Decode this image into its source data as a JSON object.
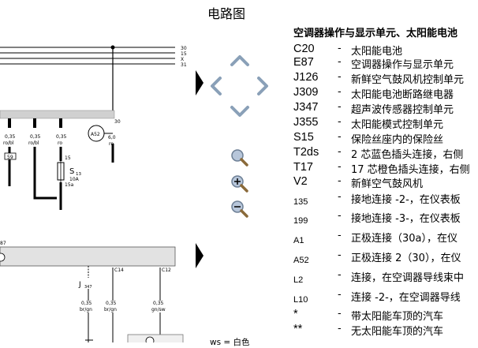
{
  "page": {
    "title": "电路图",
    "color_footnote": "ws = 白色"
  },
  "diagram": {
    "bus_labels": [
      "30",
      "15",
      "X",
      "31"
    ],
    "wires": [
      {
        "size": "0,35",
        "color": "ro/bl"
      },
      {
        "size": "0,35",
        "color": "ro/bl"
      },
      {
        "size": "0,35",
        "color": "ro"
      }
    ],
    "wire_ro_60": {
      "size": "6,0",
      "color": "ro",
      "terminal": "30"
    },
    "connector_59": "59",
    "fuse": {
      "name": "S",
      "sub": "13",
      "rating": "10A",
      "terminal_top": "15",
      "terminal_bottom": "15a"
    },
    "a52": "A52",
    "section_label": "87",
    "j347": {
      "name": "J",
      "sub": "347"
    },
    "conn_c14": "C14",
    "conn_c12": "C12",
    "lower_wires": [
      {
        "size": "0,35",
        "color": "br/gn"
      },
      {
        "size": "0,35",
        "color": "br/gn"
      },
      {
        "size": "0,35",
        "color": "gn/sw"
      }
    ]
  },
  "nav": {
    "icons": [
      "chevron-up-icon",
      "chevron-left-icon",
      "chevron-right-icon",
      "chevron-down-icon",
      "magnifier-icon",
      "zoom-in-icon",
      "zoom-out-icon"
    ]
  },
  "legend": {
    "title": "空调器操作与显示单元、太阳能电池",
    "entries": [
      {
        "code": "C20",
        "desc": "太阳能电池"
      },
      {
        "code": "E87",
        "desc": "空调器操作与显示单元"
      },
      {
        "code": "J126",
        "desc": "新鲜空气鼓风机控制单元"
      },
      {
        "code": "J309",
        "desc": "太阳能电池断路继电器"
      },
      {
        "code": "J347",
        "desc": "超声波传感器控制单元"
      },
      {
        "code": "J355",
        "desc": "太阳能模式控制单元"
      },
      {
        "code": "S15",
        "desc": "保险丝座内的保险丝"
      },
      {
        "code": "T2ds",
        "desc": "2 芯蓝色插头连接，右侧"
      },
      {
        "code": "T17",
        "desc": "17 芯橙色插头连接，右侧"
      },
      {
        "code": "V2",
        "desc": "新鲜空气鼓风机"
      },
      {
        "code": "135",
        "desc": "接地连接 -2-，在仪表板"
      },
      {
        "code": "199",
        "desc": "接地连接 -3-，在仪表板"
      },
      {
        "code": "A1",
        "desc": "正极连接（30a），在仪"
      },
      {
        "code": "A52",
        "desc": "正极连接 2（30），在仪"
      },
      {
        "code": "L2",
        "desc": "连接，在空调器导线束中"
      },
      {
        "code": "L10",
        "desc": "连接 -2-，在空调器导线"
      },
      {
        "code": "*",
        "desc": "带太阳能车顶的汽车"
      },
      {
        "code": "**",
        "desc": "无太阳能车顶的汽车"
      }
    ]
  }
}
